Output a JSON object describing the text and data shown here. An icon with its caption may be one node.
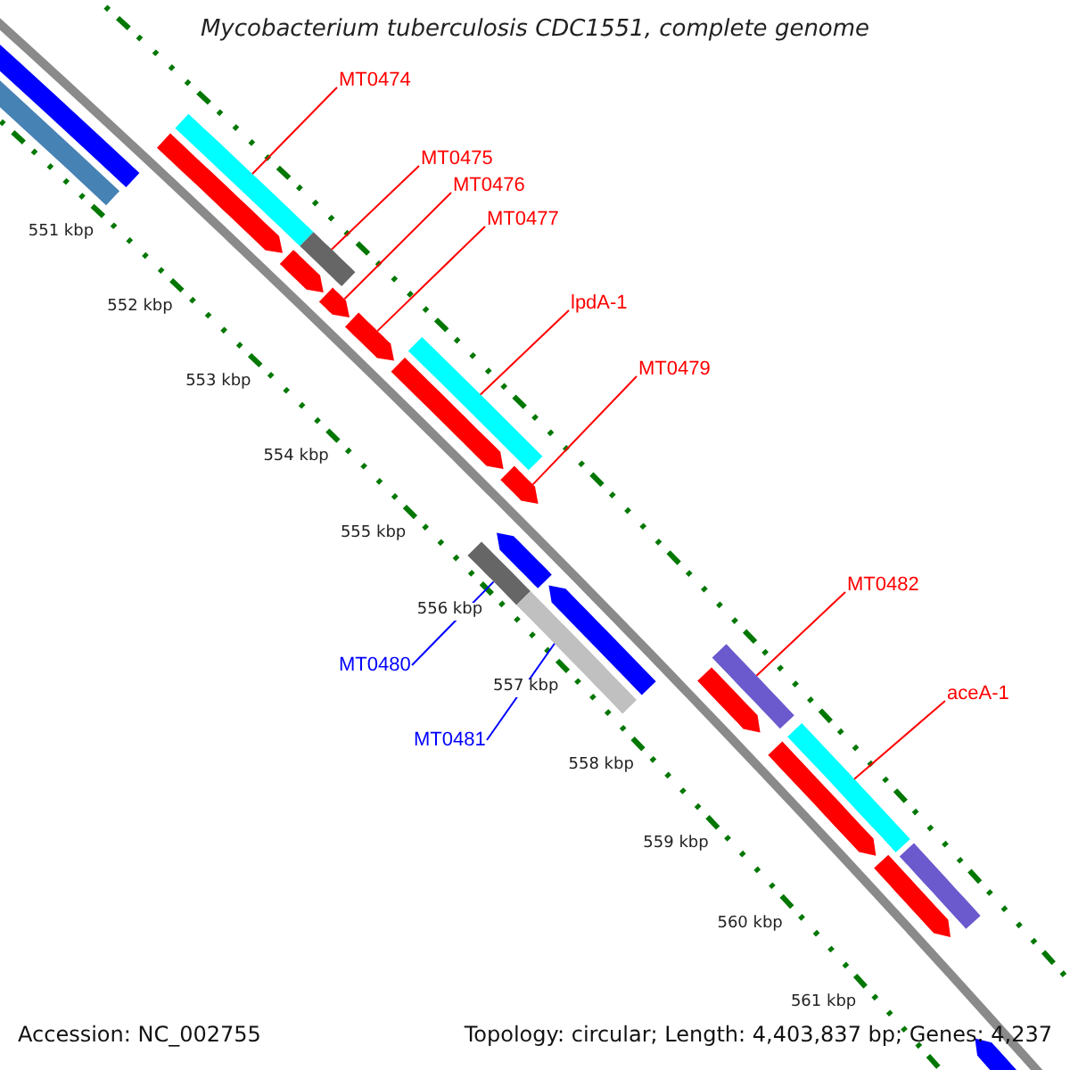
{
  "diagram": {
    "title": "Mycobacterium tuberculosis CDC1551, complete genome",
    "nodes": [
      {
        "text": [
          "MT0474"
        ]
      },
      {
        "text": [
          "MT0475"
        ]
      },
      {
        "text": [
          "MT0476"
        ]
      },
      {
        "text": [
          "MT0477"
        ]
      },
      {
        "text": [
          "lpdA-1"
        ]
      },
      {
        "text": [
          "MT0479"
        ]
      },
      {
        "text": [
          "MT0482"
        ]
      },
      {
        "text": [
          "MT0480"
        ]
      },
      {
        "text": [
          "aceA-1"
        ]
      },
      {
        "text": [
          "MT0481"
        ]
      },
      {
        "text": [],
        "shape": "bar"
      },
      {
        "text": [],
        "shape": "bar"
      },
      {
        "text": [],
        "shape": "bar"
      },
      {
        "text": [],
        "shape": "bar"
      },
      {
        "text": [],
        "shape": "bar"
      },
      {
        "text": [],
        "shape": "bar"
      },
      {
        "text": [],
        "shape": "bar"
      },
      {
        "text": [],
        "shape": "bar"
      },
      {
        "text": [],
        "shape": "bar"
      },
      {
        "text": [],
        "shape": "bar"
      },
      {
        "text": [],
        "shape": "bar"
      },
      {
        "text": [],
        "shape": "bar"
      },
      {
        "text": [],
        "shape": "bar"
      },
      {
        "text": [],
        "shape": "bar"
      },
      {
        "text": [],
        "shape": "bar"
      },
      {
        "text": [],
        "shape": "bar"
      },
      {
        "text": [],
        "shape": "bar"
      },
      {
        "text": [],
        "shape": "bar"
      },
      {
        "text": [],
        "shape": "bar"
      },
      {
        "text": [],
        "shape": "bar"
      },
      {
        "text": [],
        "shape": "bar"
      },
      {
        "text": [],
        "shape": "bar"
      }
    ],
    "edges": [
      {
        "from": 0,
        "to": 10,
        "arrow": "none",
        "color": "#ff0000"
      },
      {
        "from": 1,
        "to": 11,
        "arrow": "none",
        "color": "#ff0000"
      },
      {
        "from": 2,
        "to": 12,
        "arrow": "none",
        "color": "#ff0000"
      },
      {
        "from": 3,
        "to": 13,
        "arrow": "none",
        "color": "#ff0000"
      },
      {
        "from": 4,
        "to": 14,
        "arrow": "none",
        "color": "#ff0000"
      },
      {
        "from": 5,
        "to": 15,
        "arrow": "none",
        "color": "#ff0000"
      },
      {
        "from": 6,
        "to": 16,
        "arrow": "none",
        "color": "#ff0000"
      },
      {
        "from": 7,
        "to": 17,
        "arrow": "none",
        "color": "#0000ff"
      },
      {
        "from": 8,
        "to": 18,
        "arrow": "none",
        "color": "#ff0000"
      },
      {
        "from": 9,
        "to": 19,
        "arrow": "none",
        "color": "#0000ff"
      }
    ],
    "labels": [
      "551 kbp",
      "552 kbp",
      "553 kbp",
      "554 kbp",
      "555 kbp",
      "556 kbp",
      "557 kbp",
      "558 kbp",
      "559 kbp",
      "560 kbp",
      "561 kbp",
      "Accession: NC_002755",
      "Topology: circular; Length: 4,403,837 bp; Genes: 4,237"
    ]
  }
}
